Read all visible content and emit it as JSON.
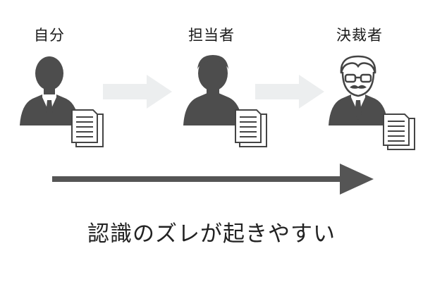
{
  "roles": [
    {
      "label": "自分"
    },
    {
      "label": "担当者"
    },
    {
      "label": "決裁者"
    }
  ],
  "caption": "認識のズレが起きやすい",
  "icons": {
    "person_1": "person-suit-tie-icon",
    "person_2": "person-silhouette-icon",
    "person_3": "person-glasses-mustache-icon",
    "document": "document-icon",
    "arrow_light": "arrow-right-icon",
    "arrow_dark": "long-arrow-right-icon"
  },
  "colors": {
    "figure": "#4d4d4d",
    "light_arrow": "#eceeef",
    "dark_arrow": "#555555",
    "document_stroke": "#444444"
  }
}
